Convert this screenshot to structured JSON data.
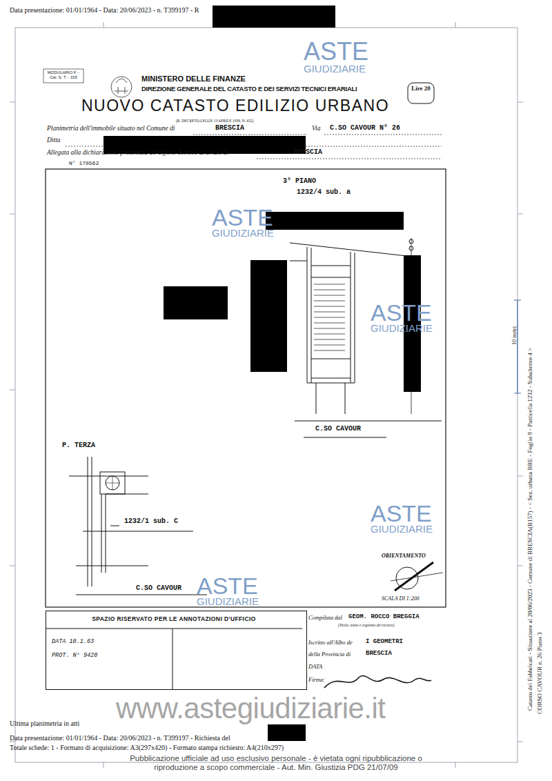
{
  "diagram": {
    "title": "NUOVO CATASTO EDILIZIO URBANO",
    "nodes": [
      {
        "text": [
          "SPAZIO RISERVATO PER LE ANNOTAZIONI D'UFFICIO",
          "DATA 10.1.63",
          "PROT. N° 9420"
        ]
      }
    ],
    "labels": [
      "Data presentazione: 01/01/1964 - Data: 20/06/2023 - n. T399197 - R",
      "MODULARIO F. - Cat. S. T. - 315",
      "MINISTERO DELLE FINANZE",
      "DIREZIONE GENERALE DEL CATASTO E DEI SERVIZI TECNICI ERARIALI",
      "Lire 20",
      "(R. DECRETO-LEGGE 13 APRILE 1939, N. 652)",
      "Planimetria dell'immobile situato nel Comune di",
      "BRESCIA",
      "Via",
      "C.SO CAVOUR N° 26",
      "Ditta",
      "Allegata alla dichiarazione presentata all'Ufficio Tecnico Erariale di",
      "BRESCIA",
      "N° 170562",
      "3° PIANO",
      "1232/4 sub. a",
      "C.SO CAVOUR",
      "P. TERZA",
      "1232/1 sub. C",
      "C.SO CAVOUR",
      "ORIENTAMENTO",
      "SCALA DI 1:200",
      "Compilata dal",
      "GEOM. ROCCO BREGGIA",
      "(Titolo, nome e cognome del tecnico)",
      "Iscritto all'Albo de",
      "I GEOMETRI",
      "della Provincia di",
      "BRESCIA",
      "DATA",
      "Firma:",
      "www.astegiudiziarie.it",
      "Ultima planimetria in atti",
      "Data presentazione: 01/01/1964 - Data: 20/06/2023 - n. T399197 - Richiesta del",
      "Totale schede: 1 - Formato di acquisizione: A3(297x420) - Formato stampa richiesto: A4(210x297)",
      "Pubblicazione ufficiale ad uso esclusivo personale - è vietata ogni ripubblicazione o riproduzione a scopo commerciale - Aut. Min. Giustizia PDG 21/07/09",
      "Catasto dei Fabbricati - Situazione al 20/06/2023 - Comune di BRESCIA(B157) - < Sez. urbana BRE - Foglio 9 - Particella 1232 - Subalterno 4 >",
      "CORSO CAVOUR n. 26 Piano 3",
      "10 metri",
      "ASTE",
      "GIUDIZIARIE",
      "ASTE",
      "GIUDIZIARIE",
      "ASTE",
      "GIUDIZIARIE",
      "ASTE",
      "GIUDIZIARIE",
      "ASTE",
      "GIUDIZIARIE"
    ]
  }
}
